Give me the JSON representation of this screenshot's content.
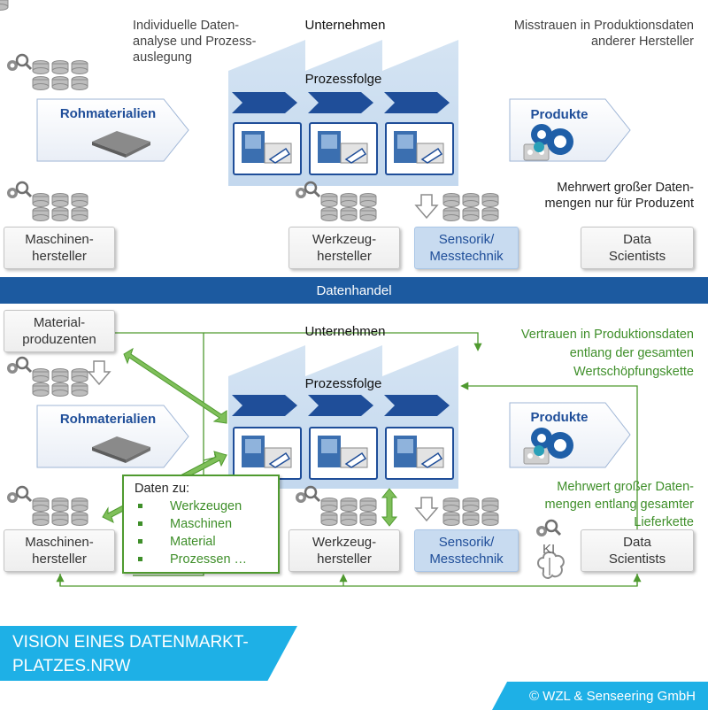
{
  "top": {
    "note_left": "Individuelle Daten-\nanalyse und Prozess-\nauslegung",
    "note_right": "Misstrauen in Produktionsdaten\nanderer Hersteller",
    "note_mehrwert": "Mehrwert großer Daten-\nmengen nur für Produzent",
    "unternehmen": "Unternehmen",
    "prozessfolge": "Prozessfolge",
    "rohmaterialien": "Rohmaterialien",
    "produkte": "Produkte",
    "maschinenhersteller": "Maschinen-\nhersteller",
    "werkzeughersteller": "Werkzeug-\nhersteller",
    "sensorik": "Sensorik/\nMesstechnik",
    "data_scientists": "Data\nScientists"
  },
  "band": {
    "label": "Datenhandel"
  },
  "bottom": {
    "materialproduzenten": "Material-\nproduzenten",
    "unternehmen": "Unternehmen",
    "prozessfolge": "Prozessfolge",
    "note_vertrauen": "Vertrauen in Produktionsdaten\nentlang der gesamten\nWertschöpfungskette",
    "rohmaterialien": "Rohmaterialien",
    "produkte": "Produkte",
    "note_mehrwert": "Mehrwert großer Daten-\nmengen entlang gesamter\nLieferkette",
    "daten_title": "Daten zu:",
    "daten_items": [
      "Werkzeugen",
      "Maschinen",
      "Material",
      "Prozessen …"
    ],
    "maschinenhersteller": "Maschinen-\nhersteller",
    "werkzeughersteller": "Werkzeug-\nhersteller",
    "sensorik": "Sensorik/\nMesstechnik",
    "data_scientists": "Data\nScientists",
    "ki": "KI"
  },
  "footer": {
    "vision": "VISION EINES DATENMARKT-\nPLATZES.NRW",
    "copyright": "© WZL & Senseering GmbH"
  },
  "colors": {
    "primary_blue": "#1f4e99",
    "band_blue": "#1c5aa0",
    "factory_blue": "#c9dcef",
    "green": "#4f9a2f",
    "cyan": "#1eb0e6"
  },
  "icons": [
    "gear-search-icon",
    "database-icon",
    "machine-icon",
    "arrow-down-icon",
    "brain-icon",
    "sheet-metal-icon",
    "gears-icon"
  ]
}
